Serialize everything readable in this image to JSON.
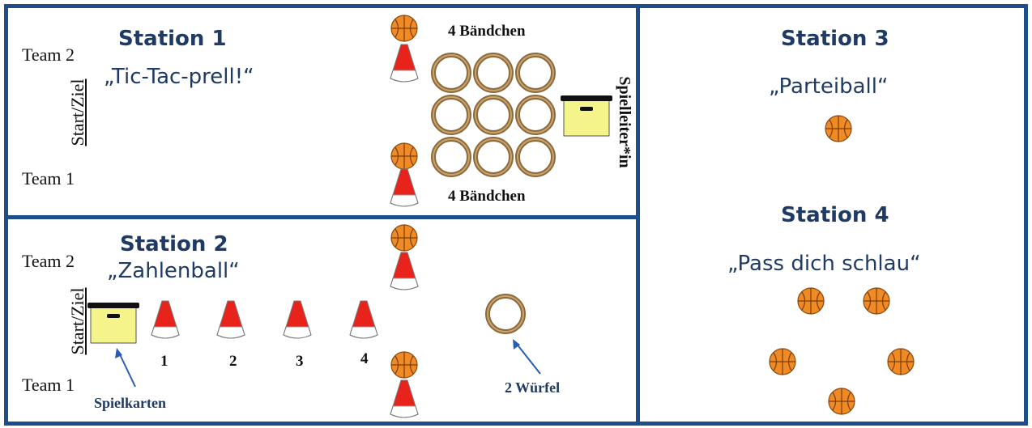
{
  "station1": {
    "title": "Station 1",
    "name": "„Tic-Tac-prell!“",
    "team_top": "Team 2",
    "team_bottom": "Team 1",
    "start_label": "Start/Ziel",
    "bands_top": "4 Bändchen",
    "bands_bottom": "4 Bändchen",
    "leader_label": "Spielleiter*in"
  },
  "station2": {
    "title": "Station 2",
    "name": "„Zahlenball“",
    "team_top": "Team 2",
    "team_bottom": "Team 1",
    "start_label": "Start/Ziel",
    "cone_numbers": [
      "1",
      "2",
      "3",
      "4"
    ],
    "cards_label": "Spielkarten",
    "dice_label": "2 Würfel"
  },
  "station3": {
    "title": "Station 3",
    "name": "„Parteiball“"
  },
  "station4": {
    "title": "Station 4",
    "name": "„Pass dich schlau“"
  },
  "colors": {
    "frame": "#1d4e89",
    "title": "#1f3b63",
    "ball": "#f08a24",
    "cone": "#e8231c",
    "ring": "#8b6a3e",
    "box": "#f4f48a",
    "arrow": "#2a5db0"
  },
  "icons": [
    "basketball-icon",
    "cone-icon",
    "ring-icon",
    "box-icon",
    "arrow-icon"
  ]
}
